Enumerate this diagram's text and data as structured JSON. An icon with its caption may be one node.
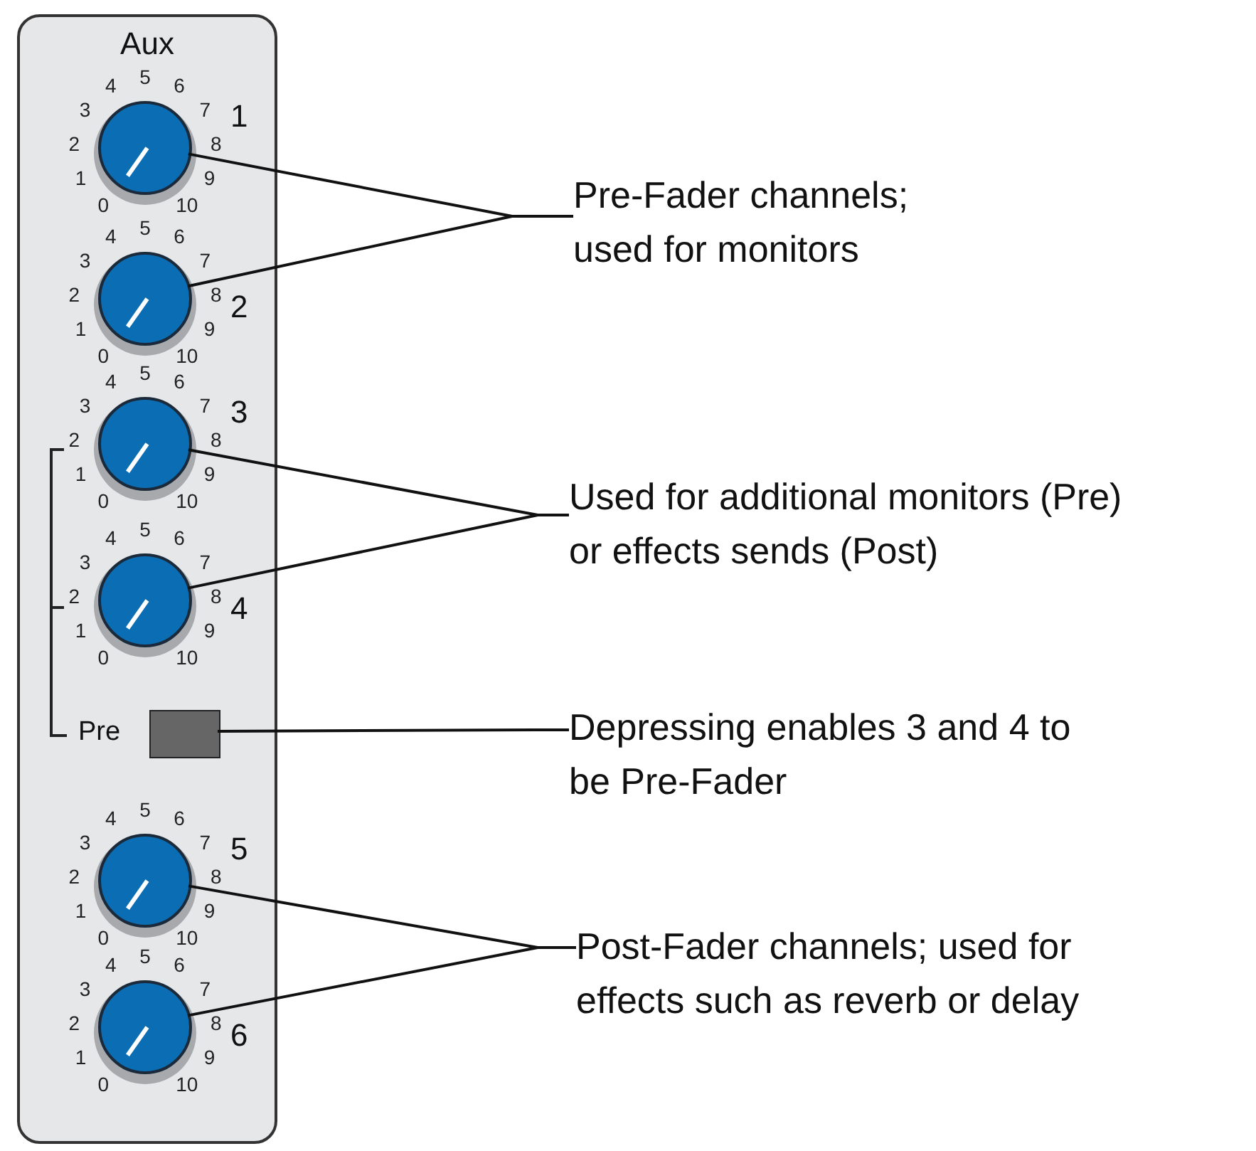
{
  "diagram": {
    "nodes": [
      {
        "text": [
          "Aux"
        ]
      },
      {
        "text": [],
        "shape": "circle",
        "in": 0,
        "beside": [
          "0",
          "1",
          "2",
          "3",
          "4",
          "5",
          "6",
          "7",
          "8",
          "9",
          "10",
          "1"
        ]
      },
      {
        "text": [],
        "shape": "circle",
        "in": 0,
        "beside": [
          "0",
          "1",
          "2",
          "3",
          "4",
          "5",
          "6",
          "7",
          "8",
          "9",
          "10",
          "2"
        ]
      },
      {
        "text": [],
        "shape": "circle",
        "in": 0,
        "beside": [
          "0",
          "1",
          "2",
          "3",
          "4",
          "5",
          "6",
          "7",
          "8",
          "9",
          "10",
          "3"
        ]
      },
      {
        "text": [],
        "shape": "circle",
        "in": 0,
        "beside": [
          "0",
          "1",
          "2",
          "3",
          "4",
          "5",
          "6",
          "7",
          "8",
          "9",
          "10",
          "4"
        ]
      },
      {
        "text": [],
        "shape": "box",
        "in": 0,
        "beside": [
          "Pre"
        ]
      },
      {
        "text": [],
        "shape": "circle",
        "in": 0,
        "beside": [
          "0",
          "1",
          "2",
          "3",
          "4",
          "5",
          "6",
          "7",
          "8",
          "9",
          "10",
          "5"
        ]
      },
      {
        "text": [],
        "shape": "circle",
        "in": 0,
        "beside": [
          "0",
          "1",
          "2",
          "3",
          "4",
          "5",
          "6",
          "7",
          "8",
          "9",
          "10",
          "6"
        ]
      },
      {
        "text": [
          "Pre-Fader channels; used for monitors"
        ]
      },
      {
        "text": [
          "Used for additional monitors (Pre) or effects sends (Post)"
        ]
      },
      {
        "text": [
          "Depressing enables 3 and 4 to be Pre-Fader"
        ]
      },
      {
        "text": [
          "Post-Fader channels; used for effects such as reverb or delay"
        ]
      }
    ],
    "edges": [
      {
        "from": 8,
        "to": 1,
        "arrow": "none"
      },
      {
        "from": 8,
        "to": 2,
        "arrow": "none"
      },
      {
        "from": 9,
        "to": 3,
        "arrow": "none"
      },
      {
        "from": 9,
        "to": 4,
        "arrow": "none"
      },
      {
        "from": 10,
        "to": 5,
        "arrow": "none"
      },
      {
        "from": 11,
        "to": 6,
        "arrow": "none"
      },
      {
        "from": 11,
        "to": 7,
        "arrow": "none"
      }
    ]
  }
}
